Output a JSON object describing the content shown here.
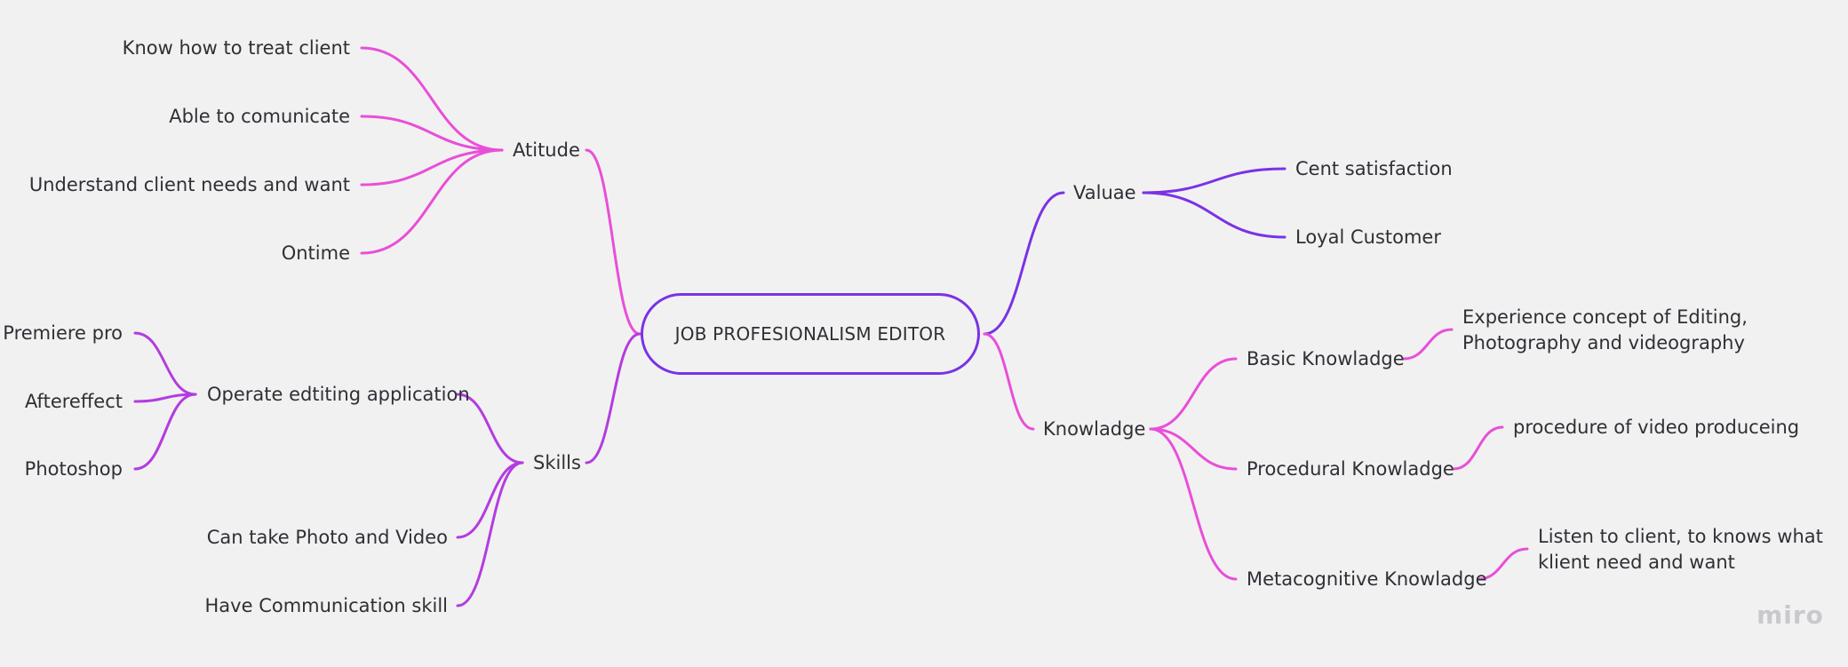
{
  "colors": {
    "magenta": "#e84fd8",
    "purple": "#7a32e6",
    "violet": "#b33ce0",
    "background": "#f2f1f1",
    "text": "#2f2f36"
  },
  "root": "JOB PROFESIONALISM EDITOR",
  "branches": {
    "atitude": {
      "label": "Atitude",
      "children": [
        "Know how to treat client",
        "Able to comunicate",
        "Understand client needs and want",
        "Ontime"
      ]
    },
    "skills": {
      "label": "Skills",
      "operate": {
        "label": "Operate edtiting application",
        "children": [
          "Premiere pro",
          "Aftereffect",
          "Photoshop"
        ]
      },
      "children": [
        "Can take Photo and Video",
        "Have Communication skill"
      ]
    },
    "valuae": {
      "label": "Valuae",
      "children": [
        "Cent satisfaction",
        "Loyal Customer"
      ]
    },
    "knowladge": {
      "label": "Knowladge",
      "basic": {
        "label": "Basic Knowladge",
        "detail": [
          "Experience concept of Editing,",
          "Photography and videography"
        ]
      },
      "procedural": {
        "label": "Procedural Knowladge",
        "detail": "procedure of video produceing"
      },
      "metacognitive": {
        "label": "Metacognitive Knowladge",
        "detail": [
          "Listen to client, to knows what",
          "klient need and want"
        ]
      }
    }
  },
  "watermark": "miro"
}
